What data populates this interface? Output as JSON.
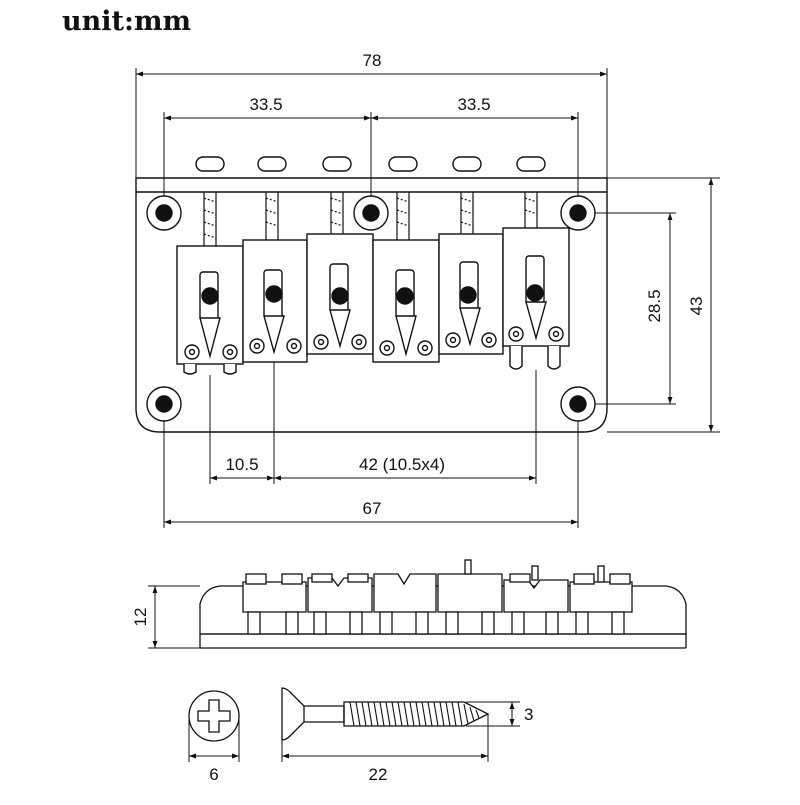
{
  "unit_label": "unit:mm",
  "dimensions": {
    "overall_width": "78",
    "half_span_left": "33.5",
    "half_span_right": "33.5",
    "mount_hole_vertical": "28.5",
    "overall_height": "43",
    "saddle_pitch": "10.5",
    "saddle_span": "42 (10.5x4)",
    "mount_hole_horizontal": "67",
    "side_height": "12",
    "screw_head_diameter": "6",
    "screw_shank_diameter": "3",
    "screw_length": "22"
  },
  "colors": {
    "line": "#111111",
    "background": "#ffffff"
  }
}
